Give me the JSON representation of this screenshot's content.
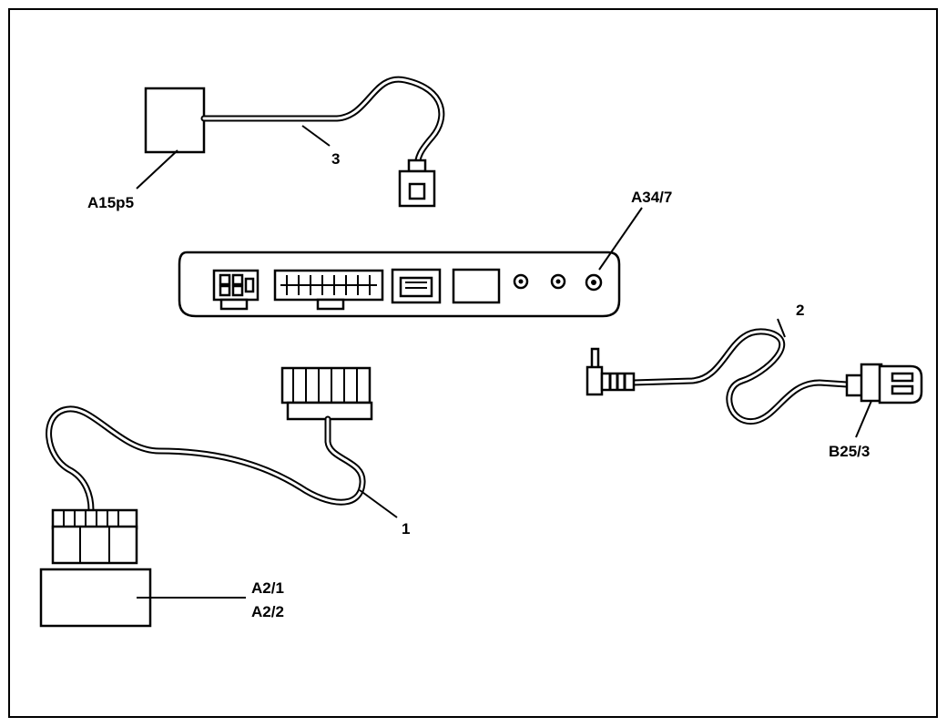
{
  "labels": {
    "a15p5": "A15p5",
    "num3": "3",
    "a34_7": "A34/7",
    "num2": "2",
    "b25_3": "B25/3",
    "num1": "1",
    "a2_1": "A2/1",
    "a2_2": "A2/2"
  },
  "colors": {
    "line": "#000000",
    "background": "#ffffff"
  }
}
